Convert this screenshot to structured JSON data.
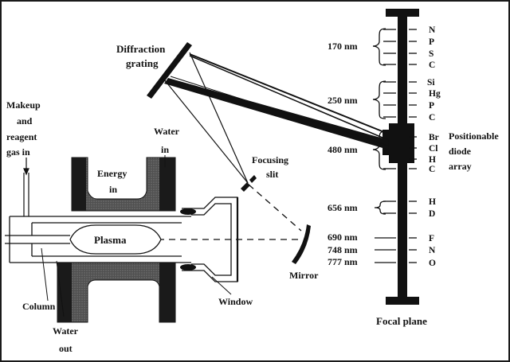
{
  "labels": {
    "diffraction_grating": [
      "Diffraction",
      "grating"
    ],
    "makeup_gas": [
      "Makeup",
      "and",
      "reagent",
      "gas in"
    ],
    "water_in": [
      "Water",
      "in"
    ],
    "energy_in": [
      "Energy",
      "in"
    ],
    "focusing_slit": [
      "Focusing",
      "slit"
    ],
    "plasma": "Plasma",
    "mirror": "Mirror",
    "column": "Column",
    "water_out": [
      "Water",
      "out"
    ],
    "window": "Window",
    "focal_plane": "Focal plane",
    "diode_array": [
      "Positionable",
      "diode",
      "array"
    ]
  },
  "wavelength_groups": [
    {
      "label": "170 nm",
      "elements": [
        "N",
        "P",
        "S",
        "C"
      ]
    },
    {
      "label": "250 nm",
      "elements": [
        "Si",
        "Hg",
        "P",
        "C"
      ]
    },
    {
      "label": "480 nm",
      "elements": [
        "Br",
        "Cl",
        "H",
        "C"
      ]
    },
    {
      "label": "656 nm",
      "elements": [
        "H",
        "D"
      ]
    }
  ],
  "single_lines": [
    {
      "label": "690 nm",
      "element": "F"
    },
    {
      "label": "748 nm",
      "element": "N"
    },
    {
      "label": "777 nm",
      "element": "O"
    }
  ]
}
